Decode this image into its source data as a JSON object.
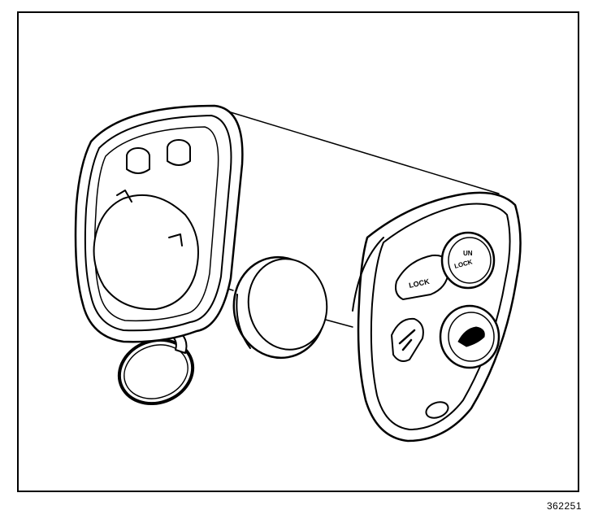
{
  "figure": {
    "number": "362251",
    "subject": "keyless-entry-transmitter-battery-replacement"
  },
  "buttons": {
    "lock_label": "LOCK",
    "unlock_label_top": "UN",
    "unlock_label_bottom": "LOCK"
  },
  "colors": {
    "line": "#000000",
    "fill": "#ffffff",
    "frame": "#000000"
  },
  "icons": [
    "key-ring-icon",
    "transmitter-rear-housing",
    "coin-battery",
    "transmitter-front-housing",
    "lock-button",
    "unlock-button",
    "trunk-release-button",
    "vehicle-button",
    "panic-button"
  ]
}
